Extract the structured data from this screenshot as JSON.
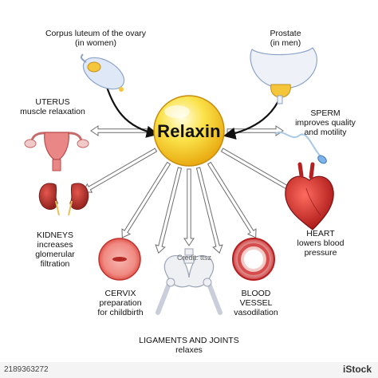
{
  "center": {
    "title": "Relaxin"
  },
  "sources": {
    "corpus_luteum": {
      "line1": "Corpus luteum of the ovary",
      "line2": "(in women)"
    },
    "prostate": {
      "line1": "Prostate",
      "line2": "(in men)"
    }
  },
  "targets": {
    "uterus": {
      "line1": "UTERUS",
      "line2": "muscle relaxation"
    },
    "sperm": {
      "line1": "SPERM",
      "line2": "improves quality",
      "line3": "and motility"
    },
    "kidneys": {
      "line1": "KIDNEYS",
      "line2": "increases",
      "line3": "glomerular",
      "line4": "filtration"
    },
    "heart": {
      "line1": "HEART",
      "line2": "lowers blood",
      "line3": "pressure"
    },
    "cervix": {
      "line1": "CERVIX",
      "line2": "preparation",
      "line3": "for childbirth"
    },
    "blood_vessel": {
      "line1": "BLOOD",
      "line2": "VESSEL",
      "line3": "vasodilation"
    },
    "ligaments": {
      "line1": "LIGAMENTS AND JOINTS",
      "line2": "relaxes"
    }
  },
  "footer": {
    "id": "2189363272",
    "brand_a": "iStock",
    "credit": "Credit: ttsz"
  },
  "colors": {
    "sphere": "#f7d21e",
    "sphere_light": "#fff7b8",
    "arrow_outline": "#6e6e6e",
    "organ_red": "#d62a2a"
  }
}
